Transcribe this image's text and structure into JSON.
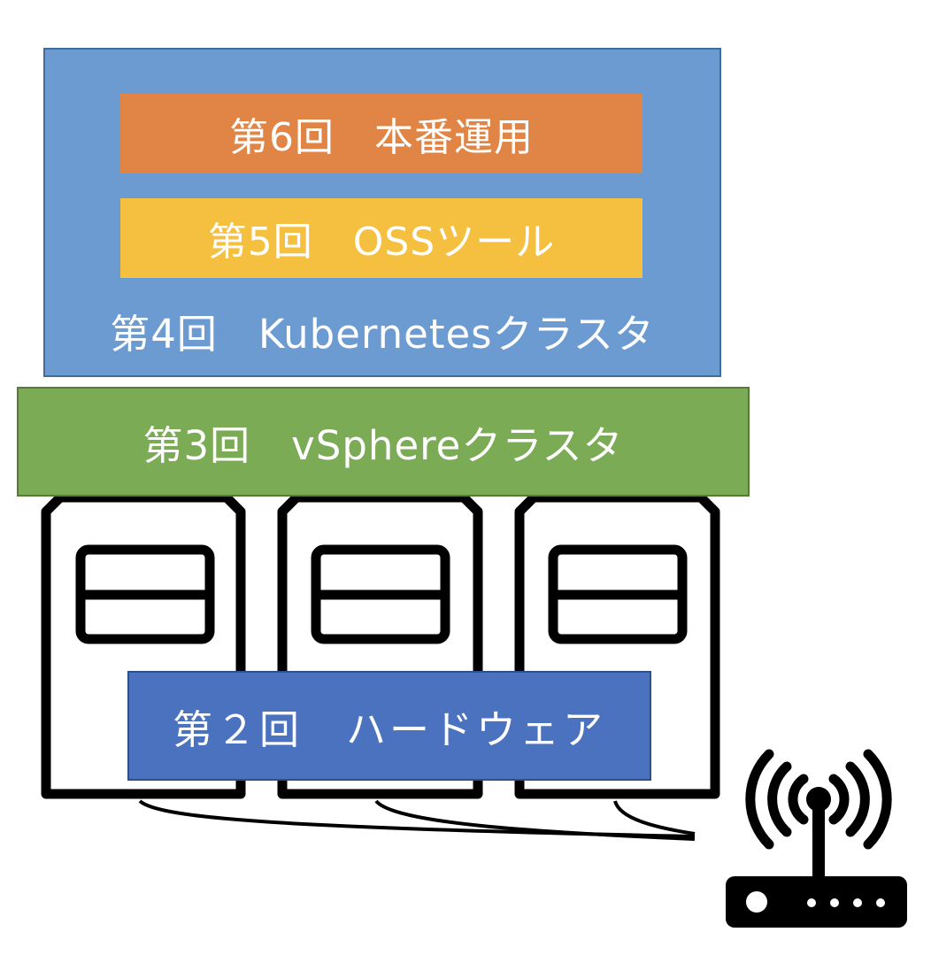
{
  "layers": {
    "ops": "第6回　本番運用",
    "oss": "第5回　OSSツール",
    "kubernetes": "第4回　Kubernetesクラスタ",
    "vsphere": "第3回　vSphereクラスタ",
    "hardware": "第２回　ハードウェア"
  },
  "colors": {
    "kubernetes": "#6b9bd1",
    "oss": "#f5bf40",
    "ops": "#e08545",
    "vsphere": "#7cab55",
    "hardware": "#4a72be"
  },
  "icons": {
    "servers": [
      "server-icon",
      "server-icon",
      "server-icon"
    ],
    "router": "wifi-router-icon"
  }
}
